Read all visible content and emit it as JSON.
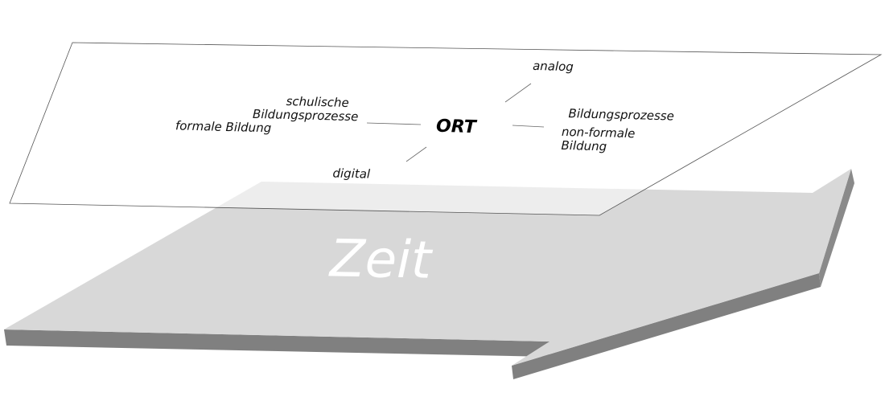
{
  "diagram": {
    "center": "ORT",
    "top": "analog",
    "bottom": "digital",
    "left": [
      "schulische",
      "Bildungsprozesse",
      "formale Bildung"
    ],
    "right": [
      "Bildungsprozesse",
      "non-formale",
      "Bildung"
    ],
    "arrow_label": "Zeit"
  },
  "colors": {
    "arrow_top": "#d8d8d8",
    "arrow_side": "#808080",
    "plane": "#ffffff",
    "plane_border": "#555555"
  }
}
